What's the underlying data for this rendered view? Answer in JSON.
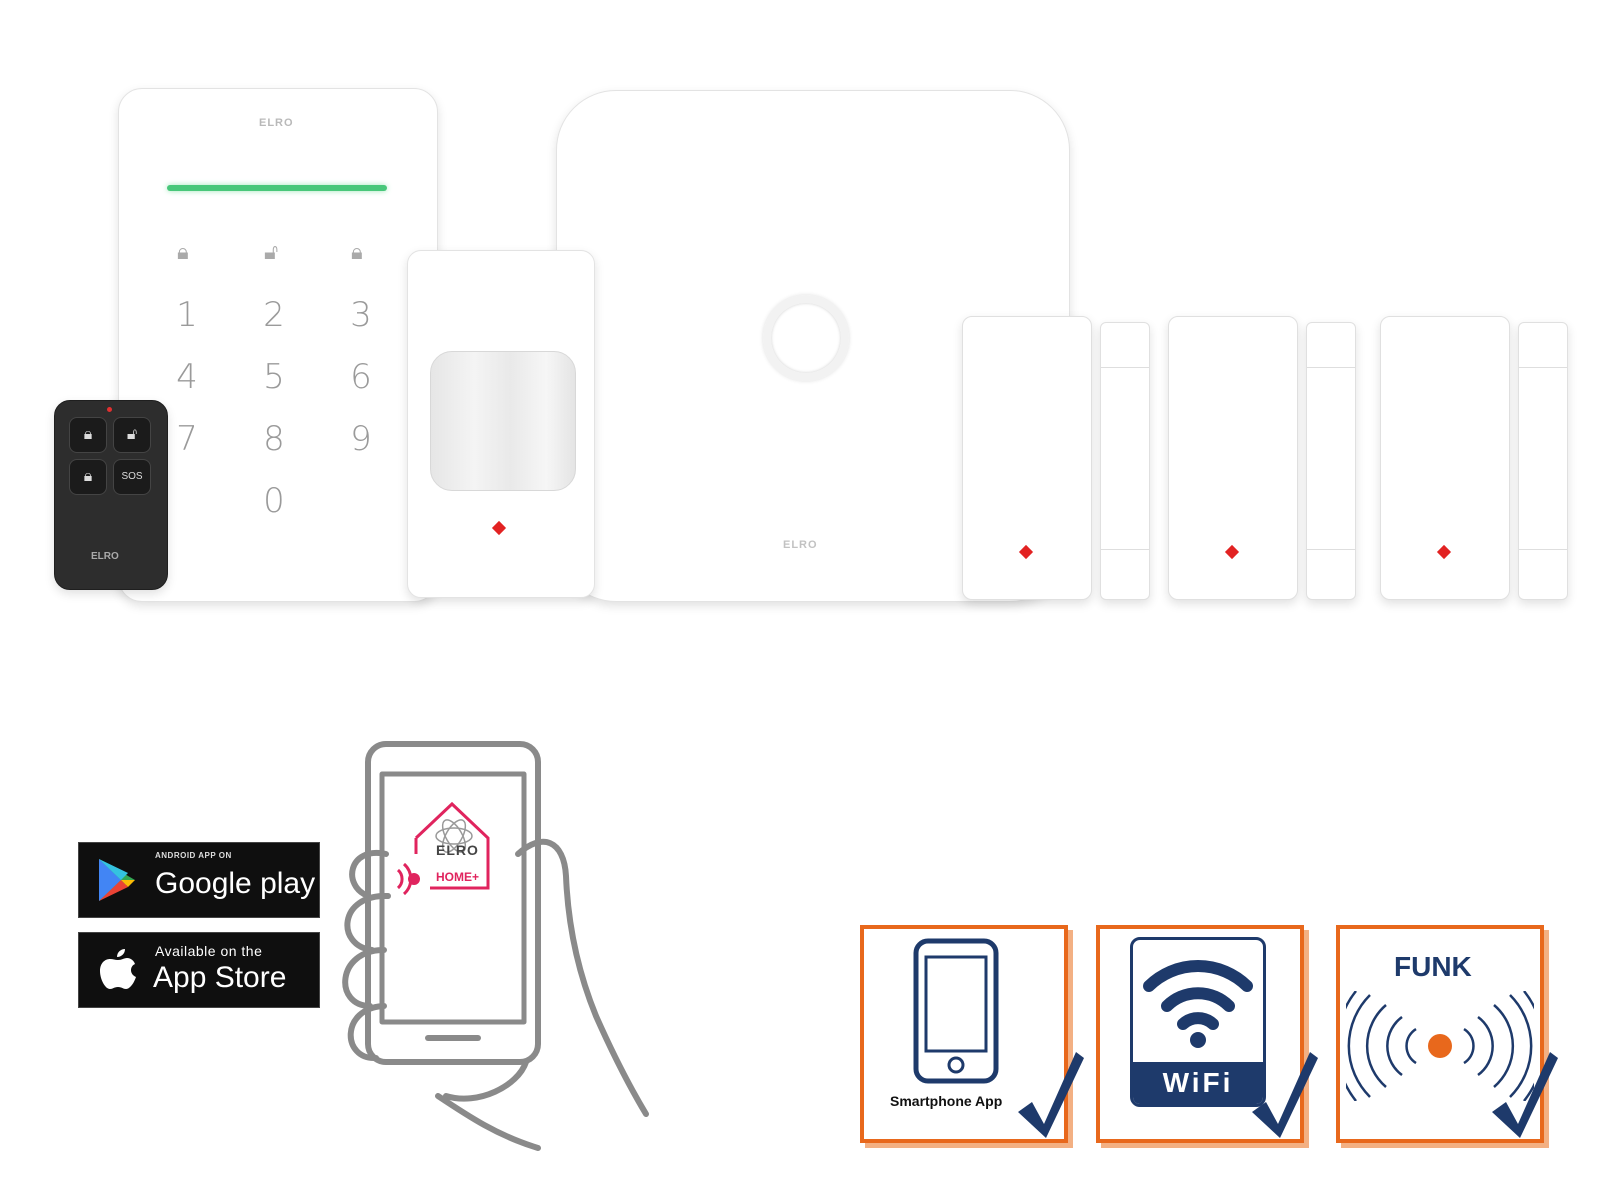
{
  "brand": {
    "logo_text": "ELRO",
    "app_name": "HOME+"
  },
  "keypad": {
    "keys": [
      "1",
      "2",
      "3",
      "4",
      "5",
      "6",
      "7",
      "8",
      "9",
      "0"
    ],
    "lock_icons": [
      "lock-icon",
      "unlock-icon",
      "home-lock-icon"
    ]
  },
  "remote": {
    "buttons": [
      "lock-icon",
      "unlock-icon",
      "home-lock-icon",
      "sos-bell-icon"
    ],
    "sos_text": "SOS"
  },
  "stores": {
    "google": {
      "small": "ANDROID APP ON",
      "big": "Google play"
    },
    "apple": {
      "small": "Available on the",
      "big": "App Store"
    }
  },
  "features": [
    {
      "name": "smartphone-app",
      "label": "Smartphone App"
    },
    {
      "name": "wifi",
      "label": "WiFi"
    },
    {
      "name": "funk",
      "label": "FUNK"
    }
  ],
  "colors": {
    "accent_orange": "#e8681c",
    "navy": "#1e3a6b",
    "led_red": "#e22222",
    "status_green": "#48c77a",
    "app_red": "#e0245e"
  }
}
